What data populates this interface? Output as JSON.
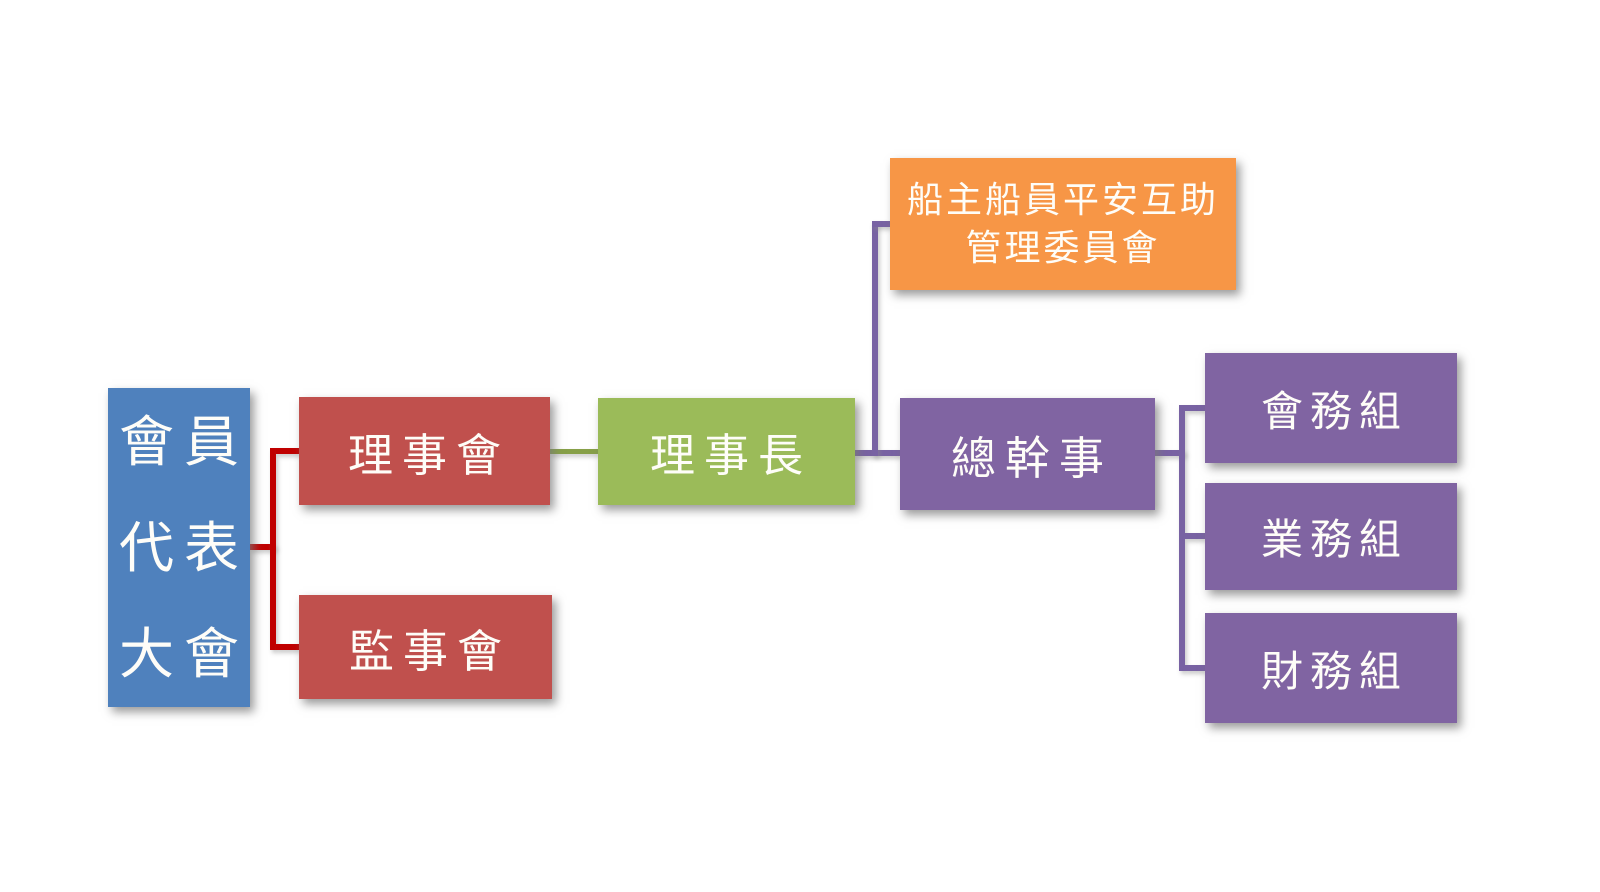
{
  "diagram": {
    "title": "organization-chart",
    "background_color": "#ffffff",
    "text_color": "#fefdf8",
    "nodes": {
      "member_congress": {
        "line1": "會員",
        "line2": "代表",
        "line3": "大會",
        "full_label": "會員代表大會",
        "color": "#4F81BD"
      },
      "board_of_directors": {
        "label": "理事會",
        "color": "#C0504D"
      },
      "board_of_supervisors": {
        "label": "監事會",
        "color": "#C0504D"
      },
      "chairman": {
        "label": "理事長",
        "color": "#9BBB59"
      },
      "mutual_aid_committee": {
        "line1": "船主船員平安互助",
        "line2": "管理委員會",
        "full_label": "船主船員平安互助管理委員會",
        "color": "#F79646"
      },
      "secretary_general": {
        "label": "總幹事",
        "color": "#8064A2"
      },
      "general_affairs_group": {
        "label": "會務組",
        "color": "#8064A2"
      },
      "business_group": {
        "label": "業務組",
        "color": "#8064A2"
      },
      "finance_group": {
        "label": "財務組",
        "color": "#8064A2"
      }
    },
    "connectors": {
      "red": "#C00000",
      "green": "#87A048",
      "purple": "#7862A3"
    }
  }
}
